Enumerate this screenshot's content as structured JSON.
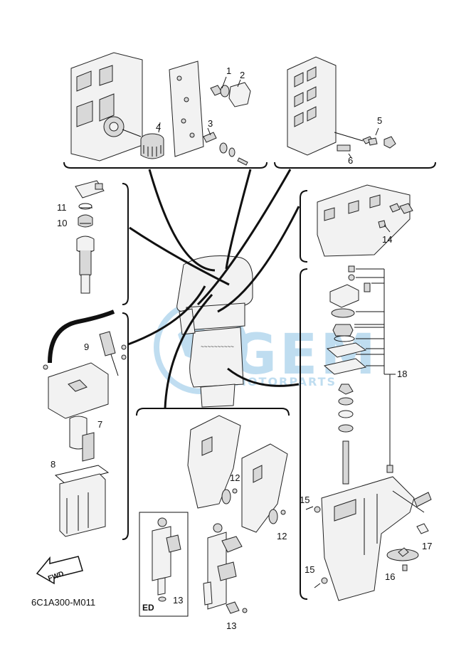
{
  "diagram_code": "6C1A300-M011",
  "direction_arrow_label": "FWD",
  "variant_label": "ED",
  "watermark": {
    "brand": "GEM",
    "subtitle": "MOTORPARTS",
    "color": "#4a9fd6"
  },
  "callouts": {
    "c1": "1",
    "c2": "2",
    "c3": "3",
    "c4": "4",
    "c5": "5",
    "c6": "6",
    "c7": "7",
    "c8": "8",
    "c9": "9",
    "c10": "10",
    "c11": "11",
    "c12a": "12",
    "c12b": "12",
    "c13a": "13",
    "c13b": "13",
    "c14": "14",
    "c15a": "15",
    "c15b": "15",
    "c16": "16",
    "c17": "17",
    "c18": "18"
  }
}
